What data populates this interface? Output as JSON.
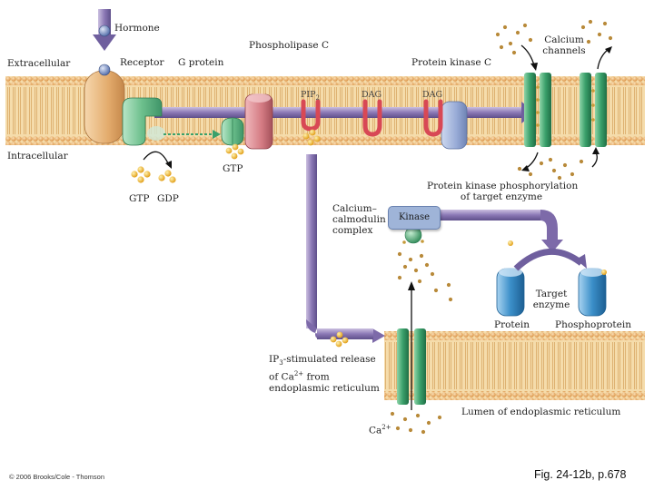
{
  "labels": {
    "hormone": "Hormone",
    "extracellular": "Extracellular",
    "receptor": "Receptor",
    "g_protein": "G protein",
    "phospholipase_c": "Phospholipase C",
    "pip2_base": "PIP",
    "pip2_sub": "2",
    "dag_1": "DAG",
    "dag_2": "DAG",
    "protein_kinase_c": "Protein kinase C",
    "calcium_channels_1": "Calcium",
    "calcium_channels_2": "channels",
    "intracellular": "Intracellular",
    "gtp_left": "GTP",
    "gdp": "GDP",
    "gtp_mid": "GTP",
    "pkc_phos_1": "Protein kinase phosphorylation",
    "pkc_phos_2": "of target enzyme",
    "calmodulin_1": "Calcium–",
    "calmodulin_2": "calmodulin",
    "calmodulin_3": "complex",
    "kinase": "Kinase",
    "target_enzyme_1": "Target",
    "target_enzyme_2": "enzyme",
    "protein": "Protein",
    "phosphoprotein": "Phosphoprotein",
    "ip3_1_base": "IP",
    "ip3_1_sub": "3",
    "ip3_1_rest": "-stimulated release",
    "ip3_2_base": "of Ca",
    "ip3_2_sup": "2+",
    "ip3_2_rest": " from",
    "ip3_3": "endoplasmic reticulum",
    "lumen": "Lumen of endoplasmic reticulum",
    "ca_base": "Ca",
    "ca_sup": "2+"
  },
  "caption": "Fig. 24-12b, p.678",
  "copyright": "© 2006 Brooks/Cole - Thomson",
  "colors": {
    "membrane_head": "#e8a956",
    "membrane_tail": "#f3d9a6",
    "pathway_arrow": "#8b78b5",
    "receptor": "#e6b57d",
    "g_protein": "#7fc79c",
    "phospholipase": "#d88289",
    "pip2": "#d84855",
    "pkc": "#9fb0d8",
    "channel": "#3aa06b",
    "enzyme": "#3b8fc9",
    "gtp_yellow": "#f0b41e",
    "calcium_dot": "#b88a3a"
  }
}
